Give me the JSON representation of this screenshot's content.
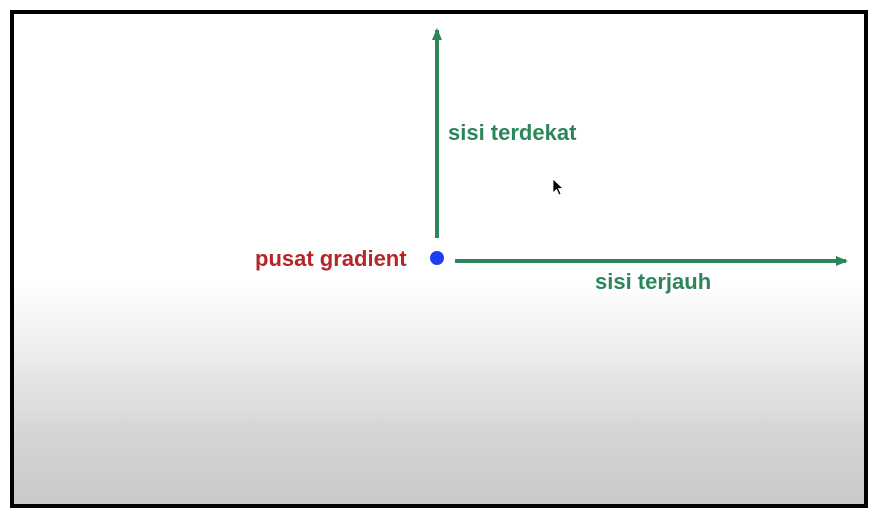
{
  "diagram": {
    "center_label": "pusat gradient",
    "nearest_side_label": "sisi terdekat",
    "farthest_side_label": "sisi terjauh"
  },
  "colors": {
    "arrow": "#2b8659",
    "center_label": "#b5262a",
    "center_dot": "#1f3df2",
    "frame": "#000000"
  },
  "icons": {
    "cursor": "mouse-pointer-icon"
  }
}
